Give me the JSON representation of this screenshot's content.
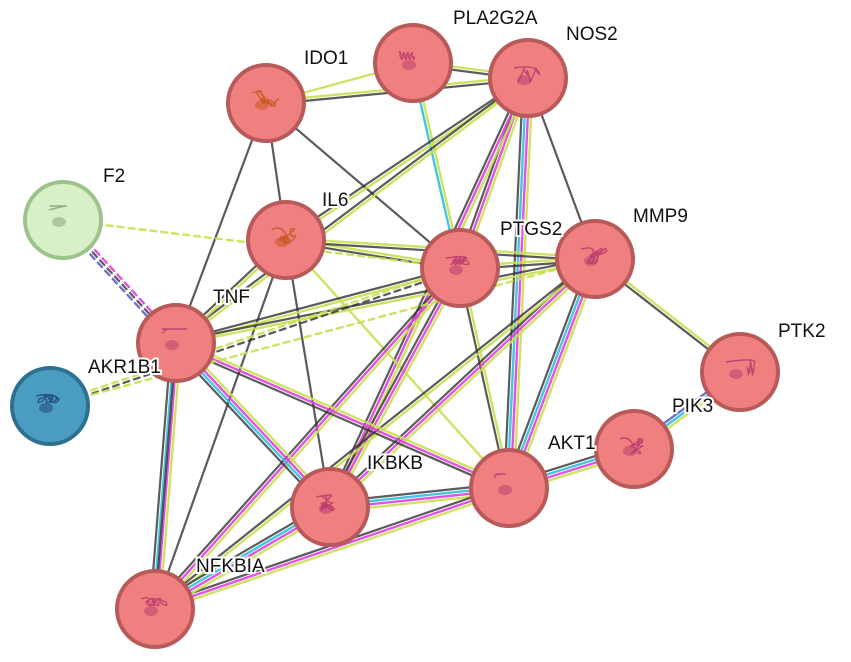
{
  "colors": {
    "node_fill": "#f08080",
    "node_stroke": "#b85a5a",
    "node_fill_light": "#f5b5b0",
    "f2_fill": "#d8f0c8",
    "f2_stroke": "#9cc48a",
    "akr_fill": "#4a9cc0",
    "akr_stroke": "#2d7090",
    "edge_textmining": "#c8e050",
    "edge_coexpression": "#333333",
    "edge_experimental": "#e040e0",
    "edge_database": "#30c0e0",
    "edge_homology": "#6060c0"
  },
  "nodes": [
    {
      "id": "IDO1",
      "label": "IDO1"
    },
    {
      "id": "PLA2G2A",
      "label": "PLA2G2A"
    },
    {
      "id": "NOS2",
      "label": "NOS2"
    },
    {
      "id": "F2",
      "label": "F2"
    },
    {
      "id": "IL6",
      "label": "IL6"
    },
    {
      "id": "PTGS2",
      "label": "PTGS2"
    },
    {
      "id": "MMP9",
      "label": "MMP9"
    },
    {
      "id": "TNF",
      "label": "TNF"
    },
    {
      "id": "PTK2",
      "label": "PTK2"
    },
    {
      "id": "AKR1B1",
      "label": "AKR1B1"
    },
    {
      "id": "PIK3",
      "label": "PIK3"
    },
    {
      "id": "AKT1",
      "label": "AKT1"
    },
    {
      "id": "IKBKB",
      "label": "IKBKB"
    },
    {
      "id": "NFKBIA",
      "label": "NFKBIA"
    },
    {
      "id": "NODE15",
      "label": ""
    }
  ]
}
